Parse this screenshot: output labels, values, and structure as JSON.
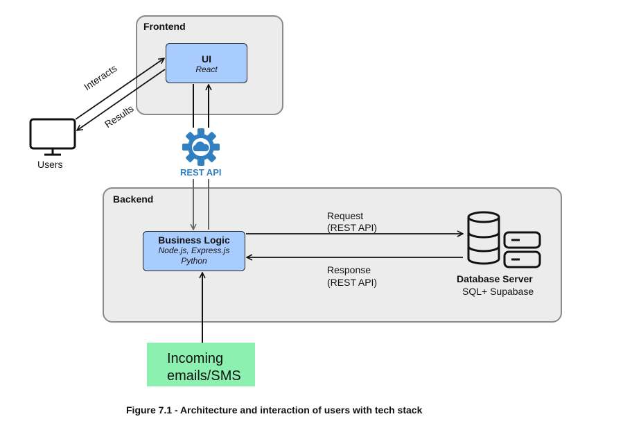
{
  "frontend": {
    "label": "Frontend",
    "ui": {
      "title": "UI",
      "subtitle": "React"
    }
  },
  "users": {
    "label": "Users",
    "interacts_label": "Interacts",
    "results_label": "Results"
  },
  "rest_api": {
    "label": "REST API",
    "color": "#2f7fc1"
  },
  "backend": {
    "label": "Backend",
    "business_logic": {
      "title": "Business Logic",
      "sub_line1": "Node.js, Express.js",
      "sub_line2": "Python"
    },
    "request": {
      "line1": "Request",
      "line2": "(REST API)"
    },
    "response": {
      "line1": "Response",
      "line2": "(REST API)"
    },
    "database": {
      "title": "Database Server",
      "subtitle": "SQL+ Supabase"
    }
  },
  "incoming": {
    "line1": "Incoming",
    "line2": "emails/SMS"
  },
  "caption": "Figure 7.1 - Architecture and interaction of users with tech stack",
  "colors": {
    "node_fill": "#a9ccff",
    "group_fill": "#ececec",
    "incoming_fill": "#8cf0b0"
  }
}
